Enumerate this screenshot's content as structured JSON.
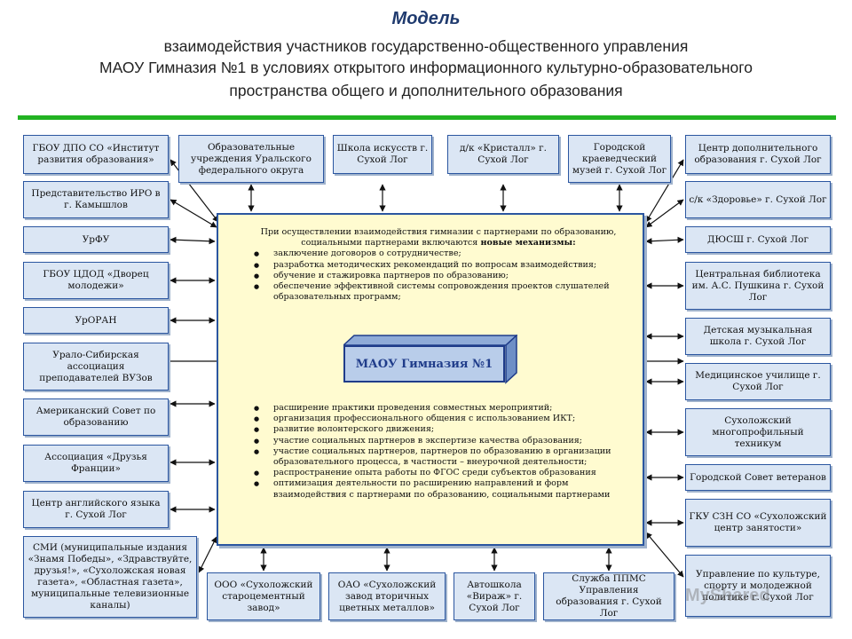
{
  "header": {
    "title": "Модель",
    "line1": "взаимодействия участников государственно-общественного управления",
    "line2": "МАОУ Гимназия №1 в условиях открытого информационного культурно-образовательного",
    "line3": "пространства общего и дополнительного образования"
  },
  "top_boxes": [
    "Образовательные учреждения Уральского федерального округа",
    "Школа искусств г. Сухой Лог",
    "д/к «Кристалл» г. Сухой Лог",
    "Городской краеведческий музей г. Сухой Лог"
  ],
  "left_boxes": [
    "ГБОУ ДПО СО «Институт развития образования»",
    "Представительство ИРО в г. Камышлов",
    "УрФУ",
    "ГБОУ ЦДОД «Дворец молодежи»",
    "УрОРАН",
    "Урало-Сибирская ассоциация преподавателей ВУЗов",
    "Американский Совет по образованию",
    "Ассоциация «Друзья Франции»",
    "Центр английского языка г. Сухой Лог",
    "СМИ (муниципальные издания «Знамя Победы», «Здравствуйте, друзья!», «Сухоложская новая газета», «Областная газета», муниципальные телевизионные каналы)"
  ],
  "right_boxes": [
    "Центр дополнительного образования г. Сухой Лог",
    "с/к «Здоровье» г. Сухой Лог",
    "ДЮСШ г. Сухой Лог",
    "Центральная библиотека им. А.С. Пушкина г. Сухой Лог",
    "Детская музыкальная школа г. Сухой Лог",
    "Медицинское училище г. Сухой Лог",
    "Сухоложский многопрофильный техникум",
    "Городской Совет ветеранов",
    "ГКУ СЗН СО «Сухоложский центр занятости»",
    "Управление по культуре, спорту и молодежной политике г. Сухой Лог"
  ],
  "bottom_boxes": [
    "ООО «Сухоложский старо­цементный завод»",
    "ОАО «Сухоложский завод вторичных цветных металлов»",
    "Автошкола «Вираж» г. Сухой Лог",
    "Служба ППМС Управления образования г. Сухой Лог"
  ],
  "center": {
    "intro_plain": "При осуществлении взаимодействия гимназии с партнерами по образованию, социальными партнерами включаются",
    "intro_bold": "новые механизмы:",
    "top_items": [
      "заключение договоров о сотрудничестве;",
      "разработка методических рекомендаций по вопросам взаимодействия;",
      "обучение и стажировка партнеров по образованию;",
      "обеспечение эффективной системы сопровождения проектов слушателей образовательных программ;"
    ],
    "core_label": "МАОУ Гимназия №1",
    "bottom_items": [
      "расширение практики проведения совместных мероприятий;",
      "организация профессионального общения с использованием ИКТ;",
      "развитие волонтерского движения;",
      "участие социальных партнеров в экспертизе качества образования;",
      "участие социальных партнеров, партнеров по образованию в организации образовательного процесса, в частности – внеурочной деятельности;",
      "распространение опыта работы по ФГОС среди субъектов образования",
      "оптимизация деятельности по расширению направлений и форм взаимодействия с партнерами по образованию, социальными партнерами"
    ]
  },
  "watermark": "MyShared",
  "colors": {
    "box_fill": "#dbe6f4",
    "box_border": "#2b56a0",
    "center_fill": "#fffbd0",
    "accent_line": "#22b322"
  }
}
